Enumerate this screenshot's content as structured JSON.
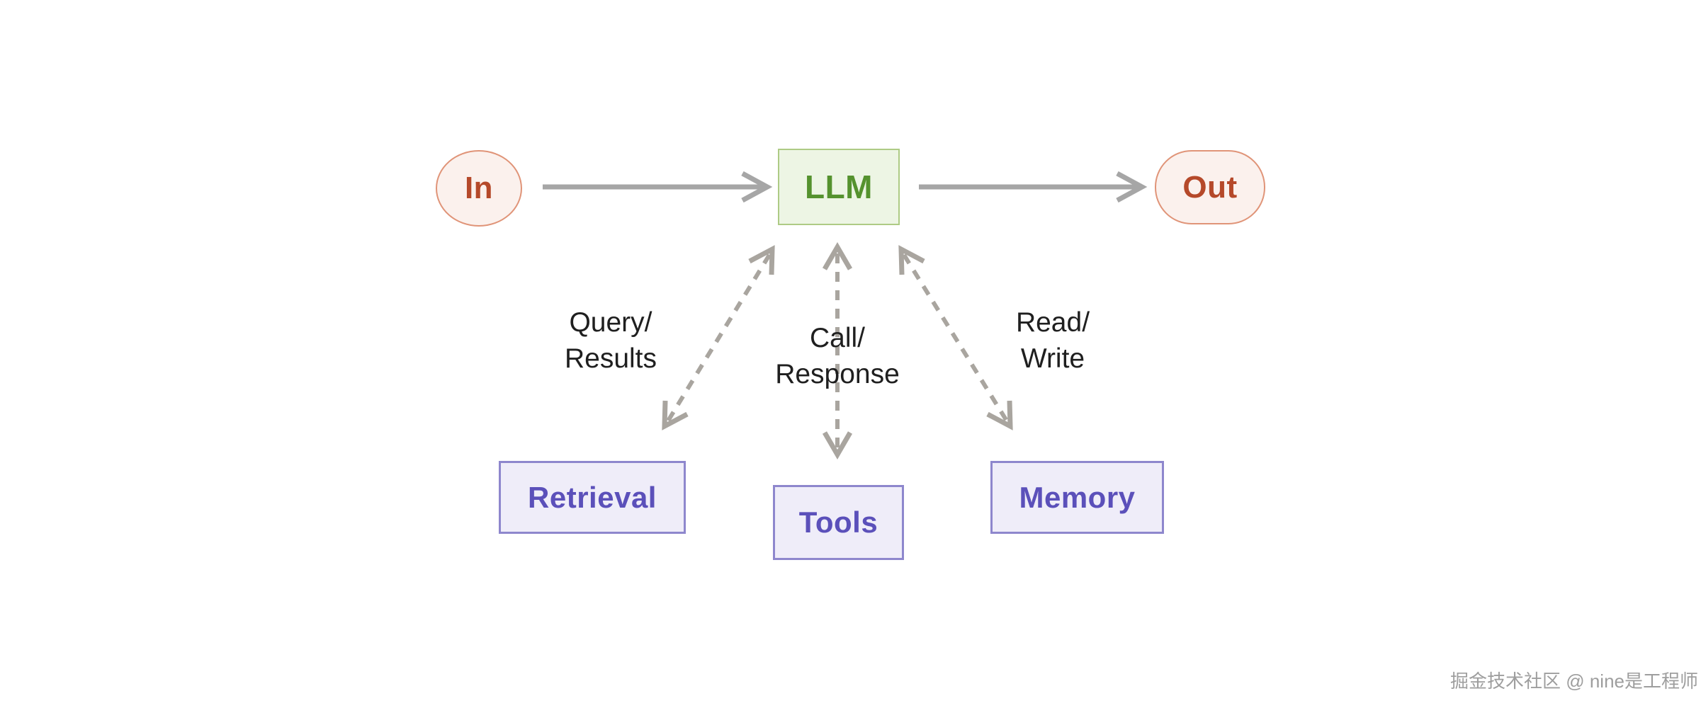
{
  "diagram": {
    "nodes": {
      "in": {
        "label": "In"
      },
      "llm": {
        "label": "LLM"
      },
      "out": {
        "label": "Out"
      },
      "retrieval": {
        "label": "Retrieval"
      },
      "tools": {
        "label": "Tools"
      },
      "memory": {
        "label": "Memory"
      }
    },
    "edge_labels": {
      "retrieval": {
        "line1": "Query/",
        "line2": "Results"
      },
      "tools": {
        "line1": "Call/",
        "line2": "Response"
      },
      "memory": {
        "line1": "Read/",
        "line2": "Write"
      }
    },
    "watermark": "掘金技术社区 @ nine是工程师"
  },
  "colors": {
    "io_fill": "#fbf1ed",
    "io_border": "#e09478",
    "io_text": "#b5492a",
    "llm_fill": "#edf5e4",
    "llm_border": "#aecb85",
    "llm_text": "#55922e",
    "module_fill": "#efedf9",
    "module_border": "#8e87cd",
    "module_text": "#5b50ba",
    "arrow_solid": "#a6a6a6",
    "arrow_dashed": "#a9a59f",
    "label_text": "#1f1f1f",
    "watermark_text": "#9e9e9e"
  }
}
